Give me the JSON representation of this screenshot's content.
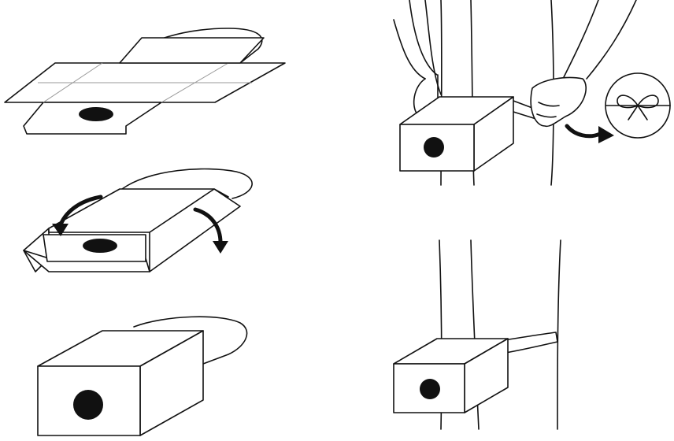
{
  "diagram": {
    "kind": "wordless-instruction-illustration",
    "steps": [
      {
        "id": "unfold-flat",
        "icon": "flat-pouch-template"
      },
      {
        "id": "fold-sides",
        "icon": "fold-arrows"
      },
      {
        "id": "boxed-pouch",
        "icon": "box-with-strap"
      },
      {
        "id": "tie-around-waist",
        "icon": "bow-knot-icon"
      },
      {
        "id": "worn-on-waist",
        "icon": "box-on-waist"
      }
    ],
    "colors": {
      "ink": "#111111",
      "paper": "#ffffff",
      "guide": "#999999"
    }
  }
}
